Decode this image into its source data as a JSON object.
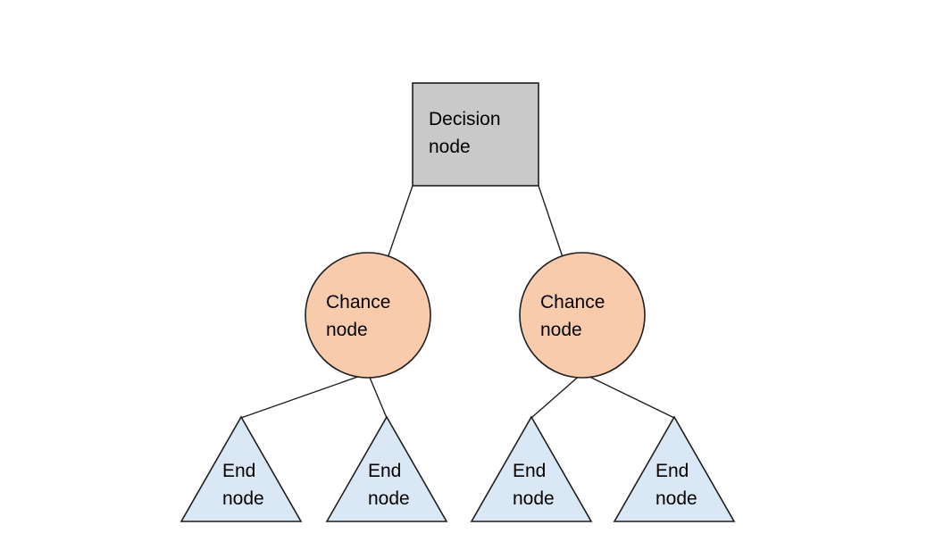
{
  "diagram": {
    "type": "decision-tree",
    "nodes": {
      "decision": {
        "shape": "square",
        "label": "Decision\nnode"
      },
      "chance_left": {
        "shape": "circle",
        "label": "Chance\nnode"
      },
      "chance_right": {
        "shape": "circle",
        "label": "Chance\nnode"
      },
      "end_1": {
        "shape": "triangle",
        "label": "End\nnode"
      },
      "end_2": {
        "shape": "triangle",
        "label": "End\nnode"
      },
      "end_3": {
        "shape": "triangle",
        "label": "End\nnode"
      },
      "end_4": {
        "shape": "triangle",
        "label": "End\nnode"
      }
    },
    "edges": [
      {
        "from": "decision",
        "to": "chance_left"
      },
      {
        "from": "decision",
        "to": "chance_right"
      },
      {
        "from": "chance_left",
        "to": "end_1"
      },
      {
        "from": "chance_left",
        "to": "end_2"
      },
      {
        "from": "chance_right",
        "to": "end_3"
      },
      {
        "from": "chance_right",
        "to": "end_4"
      }
    ],
    "colors": {
      "decision_fill": "#c9c9c9",
      "decision_stroke": "#1f1f1f",
      "chance_fill": "#f8cbad",
      "chance_stroke": "#1f1f1f",
      "end_fill": "#dae7f5",
      "end_stroke": "#1f1f1f",
      "edge_stroke": "#1f1f1f",
      "text": "#000000",
      "background": "#ffffff"
    }
  }
}
